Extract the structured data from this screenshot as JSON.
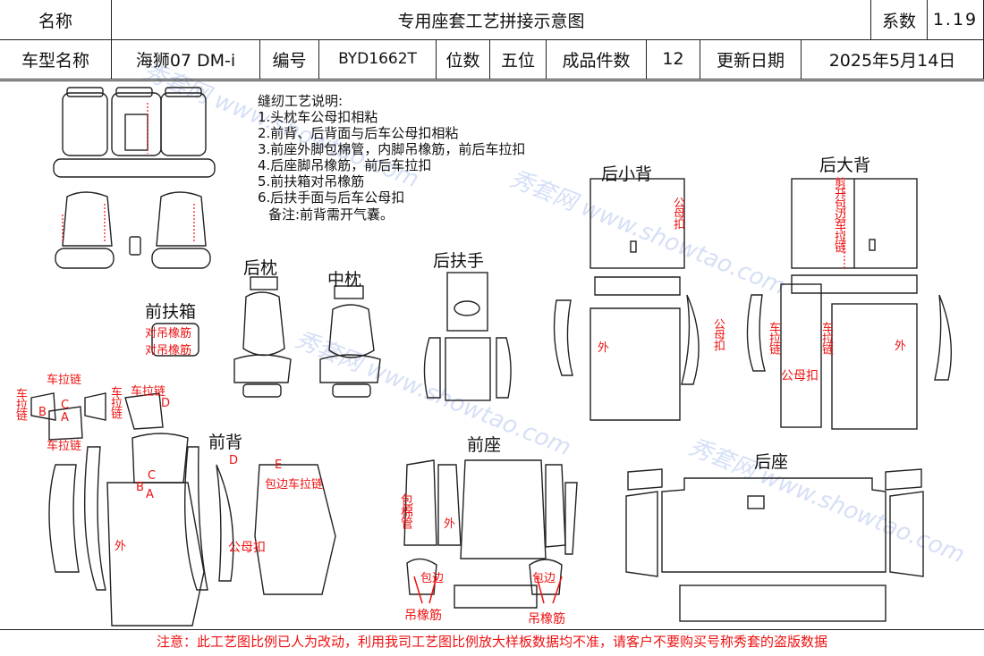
{
  "header": {
    "name_label": "名称",
    "title": "专用座套工艺拼接示意图",
    "factor_label": "系数",
    "factor_value": "1.19",
    "model_label": "车型名称",
    "model_value": "海狮07 DM-i",
    "code_label": "编号",
    "code_value": "BYD1662T",
    "seats_label": "位数",
    "seats_value": "五位",
    "pieces_label": "成品件数",
    "pieces_value": "12",
    "date_label": "更新日期",
    "date_value": "2025年5月14日"
  },
  "instructions": {
    "title": "缝纫工艺说明:",
    "items": [
      "1.头枕车公母扣相粘",
      "2.前背、后背面与后车公母扣相粘",
      "3.前座外脚包棉管，内脚吊橡筋，前后车拉扣",
      "4.后座脚吊橡筋，前后车拉扣",
      "5.前扶箱对吊橡筋",
      "6.后扶手面与后车公母扣"
    ],
    "remark": "备注:前背需开气囊。"
  },
  "sections": {
    "rear_headrest": "后枕",
    "middle_headrest": "中枕",
    "rear_armrest": "后扶手",
    "front_armbox": "前扶箱",
    "front_back": "前背",
    "front_seat": "前座",
    "rear_small_back": "后小背",
    "rear_big_back": "后大背",
    "rear_seat": "后座"
  },
  "annotations": {
    "armbox_note_1": "对吊橡筋",
    "armbox_note_2": "对吊橡筋",
    "zipper": "车拉链",
    "letter_a": "A",
    "letter_b": "B",
    "letter_c": "C",
    "letter_d": "D",
    "letter_e": "E",
    "outer": "外",
    "snap": "公母扣",
    "edge_zip": "包边车拉链",
    "cotton_tube": "包棉管",
    "wrap_edge": "包边",
    "elastic": "吊橡筋",
    "cut_edge_zip": "剪开包边车拉链",
    "zipper_v": "车拉链"
  },
  "footer": {
    "notice": "注意：此工艺图比例已人为改动，利用我司工艺图比例放大样板数据均不准，请客户不要购买号称秀套的盗版数据"
  },
  "watermark": {
    "text_1": "秀套网 www.showtao.com",
    "color": "#8aa6e6"
  },
  "colors": {
    "line": "#222222",
    "accent_red": "#e11111"
  }
}
